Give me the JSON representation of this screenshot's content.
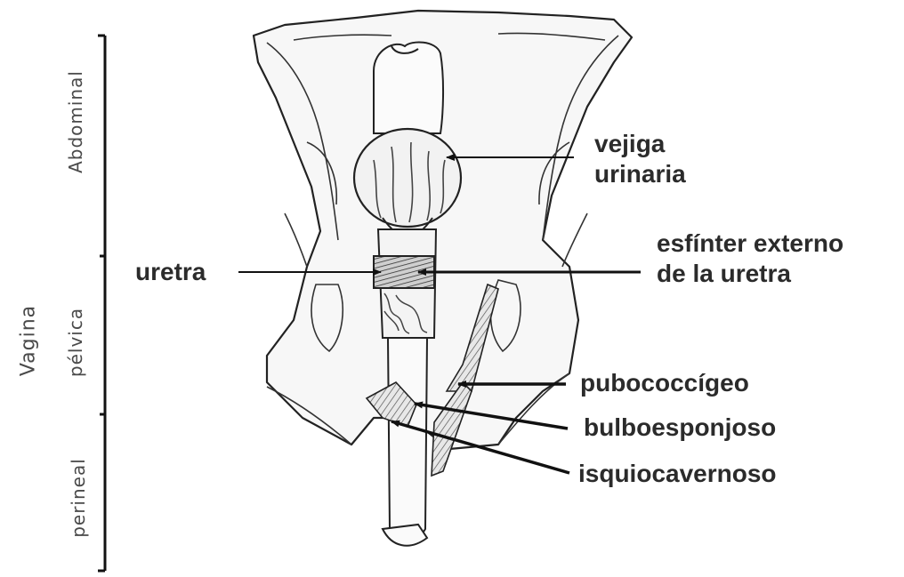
{
  "section_labels": {
    "vagina": "Vagina",
    "abdominal": "Abdominal",
    "pelvica": "pélvica",
    "perineal": "perineal"
  },
  "labels": {
    "vejiga": [
      "vejiga",
      "urinaria"
    ],
    "esfinter": [
      "esfínter externo",
      "de la uretra"
    ],
    "uretra": "uretra",
    "pubococcigeo": "pubococcígeo",
    "bulboesponjoso": "bulboesponjoso",
    "isquiocavernoso": "isquiocavernoso"
  }
}
